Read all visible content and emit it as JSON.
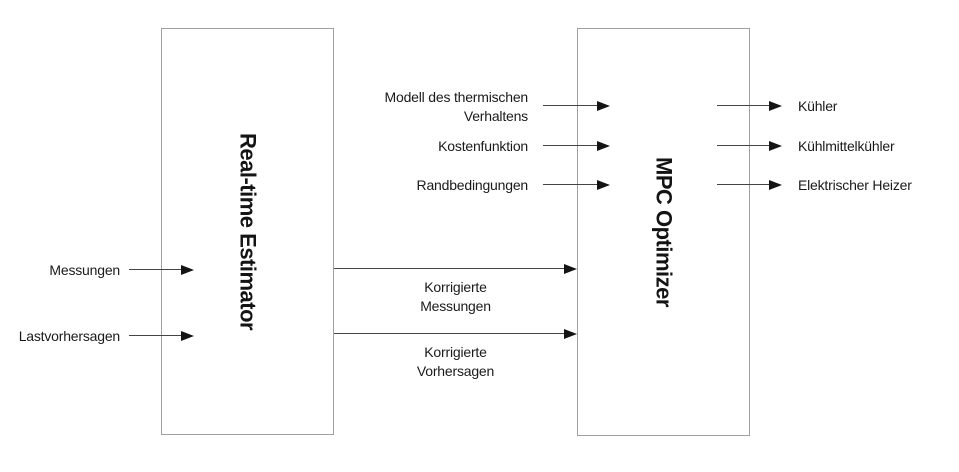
{
  "diagram": {
    "type": "block-diagram",
    "background": "#ffffff",
    "colors": {
      "box_border": "#a0a0a0",
      "arrow_line": "#444444",
      "arrow_head": "#141414",
      "text": "#1a1a1a"
    },
    "blocks": [
      {
        "id": "real-time-estimator",
        "title": "Real-time Estimator"
      },
      {
        "id": "mpc-optimizer",
        "title": "MPC Optimizer"
      }
    ],
    "flows": {
      "estimator_inputs": [
        {
          "label": "Messungen"
        },
        {
          "label": "Lastvorhersagen"
        }
      ],
      "optimizer_inputs": [
        {
          "lines": [
            "Modell des thermischen",
            "Verhaltens"
          ]
        },
        {
          "lines": [
            "Kostenfunktion"
          ]
        },
        {
          "lines": [
            "Randbedingungen"
          ]
        }
      ],
      "estimator_to_optimizer": [
        {
          "lines": [
            "Korrigierte",
            "Messungen"
          ]
        },
        {
          "lines": [
            "Korrigierte",
            "Vorhersagen"
          ]
        }
      ],
      "optimizer_outputs": [
        {
          "label": "Kühler"
        },
        {
          "label": "Kühlmittelkühler"
        },
        {
          "label": "Elektrischer Heizer"
        }
      ]
    }
  }
}
